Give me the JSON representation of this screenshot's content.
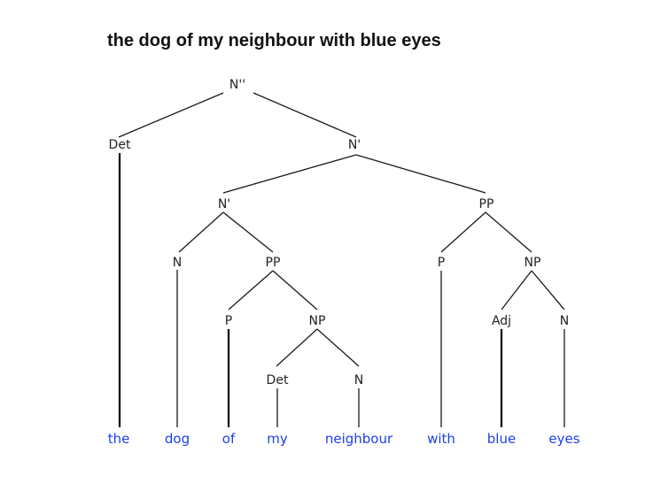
{
  "title": "the dog of my neighbour with blue eyes",
  "tree": {
    "nodes": {
      "n_nbar2": "N''",
      "n_det1": "Det",
      "n_nbar_top": "N'",
      "n_nbar_mid": "N'",
      "n_pp2": "PP",
      "n_n1": "N",
      "n_pp1": "PP",
      "n_p2": "P",
      "n_np2": "NP",
      "n_p1": "P",
      "n_np1": "NP",
      "n_adj": "Adj",
      "n_n3": "N",
      "n_det2": "Det",
      "n_n2": "N"
    },
    "words": {
      "w_the": "the",
      "w_dog": "dog",
      "w_of": "of",
      "w_my": "my",
      "w_neighbour": "neighbour",
      "w_with": "with",
      "w_blue": "blue",
      "w_eyes": "eyes"
    }
  },
  "colors": {
    "node_text": "#222222",
    "word_text": "#1c3ff0",
    "branch": "#1a1a1a"
  }
}
